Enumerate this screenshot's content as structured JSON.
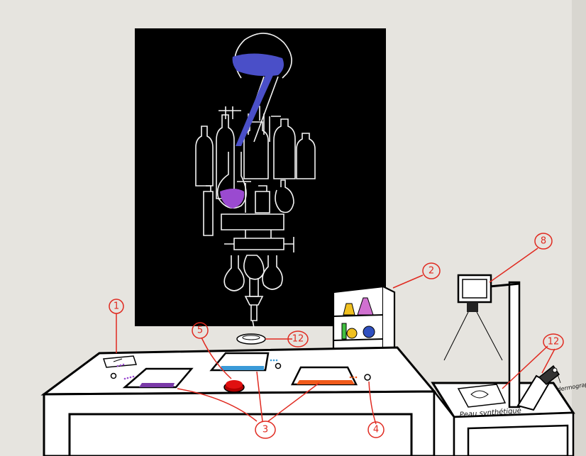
{
  "callouts": [
    {
      "id": "c1",
      "label": "1"
    },
    {
      "id": "c2",
      "label": "2"
    },
    {
      "id": "c3",
      "label": "3"
    },
    {
      "id": "c4",
      "label": "4"
    },
    {
      "id": "c5",
      "label": "5"
    },
    {
      "id": "c8",
      "label": "8"
    },
    {
      "id": "c12a",
      "label": "12"
    },
    {
      "id": "c12b",
      "label": "12"
    }
  ],
  "notes": {
    "paper_label": "Peau synthétique",
    "device_label": "dermographe"
  },
  "colors": {
    "wall": "#e6e4df",
    "poster": "#000000",
    "callout": "#e02a20",
    "liquid_blue": "#4a4fc8",
    "liquid_purple": "#9a4ad0",
    "tray_purple": "#7a3aa8",
    "tray_blue": "#3a9ad8",
    "tray_orange": "#f05a1a",
    "red_button": "#e01010"
  }
}
